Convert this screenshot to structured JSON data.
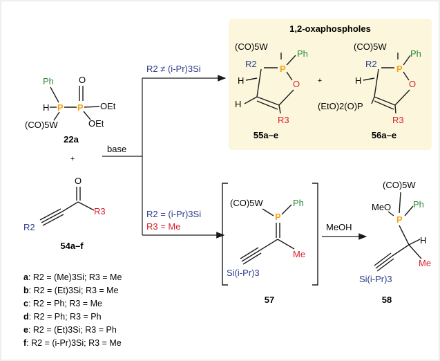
{
  "colors": {
    "phosphorus": "#f2a51a",
    "oxygen": "#d81e2c",
    "silyl": "#2b3a8c",
    "r3": "#d81e2c",
    "box": "#fbf6dc",
    "black": "#1a1a1a",
    "ph": "#2a8a3a"
  },
  "box": {
    "title": "1,2-oxaphospholes"
  },
  "reagent": {
    "id": "22a",
    "ph": "Ph",
    "h": "H",
    "p1": "P",
    "p2": "P",
    "o_double": "O",
    "oet1": "OEt",
    "oet2": "OEt",
    "w": "(CO)5W"
  },
  "plus1": "+",
  "plus2": "+",
  "base": "base",
  "ynone": {
    "id": "54a–f",
    "o": "O",
    "r2": "R2",
    "r3": "R3"
  },
  "conditions": {
    "top": "R2 ≠ (i-Pr)3Si",
    "bottom1": "R2 = (i-Pr)3Si",
    "bottom2": "R3 = Me"
  },
  "product55": {
    "id": "55a–e",
    "w": "(CO)5W",
    "ph": "Ph",
    "r2": "R2",
    "p": "P",
    "h1": "H",
    "h2": "H",
    "o": "O",
    "r3": "R3"
  },
  "product56": {
    "id": "56a–e",
    "w": "(CO)5W",
    "ph": "Ph",
    "r2": "R2",
    "p": "P",
    "h": "H",
    "o": "O",
    "r3": "R3",
    "eto": "(EtO)2(O)P"
  },
  "ylide57": {
    "id": "57",
    "w": "(CO)5W",
    "ph": "Ph",
    "p": "P",
    "me": "Me",
    "si": "Si(i-Pr)3"
  },
  "meoh": "MeOH",
  "product58": {
    "id": "58",
    "w": "(CO)5W",
    "meo": "MeO",
    "ph": "Ph",
    "p": "P",
    "h": "H",
    "me": "Me",
    "si": "Si(i-Pr)3"
  },
  "legend": [
    {
      "key": "a",
      "text": ": R2 = (Me)3Si; R3 = Me"
    },
    {
      "key": "b",
      "text": ": R2 = (Et)3Si; R3 = Me"
    },
    {
      "key": "c",
      "text": ": R2 = Ph; R3 = Me"
    },
    {
      "key": "d",
      "text": ": R2 = Ph; R3 = Ph"
    },
    {
      "key": "e",
      "text": ": R2 = (Et)3Si; R3 = Ph"
    },
    {
      "key": "f",
      "text": ": R2 = (i-Pr)3Si; R3 = Me"
    }
  ]
}
